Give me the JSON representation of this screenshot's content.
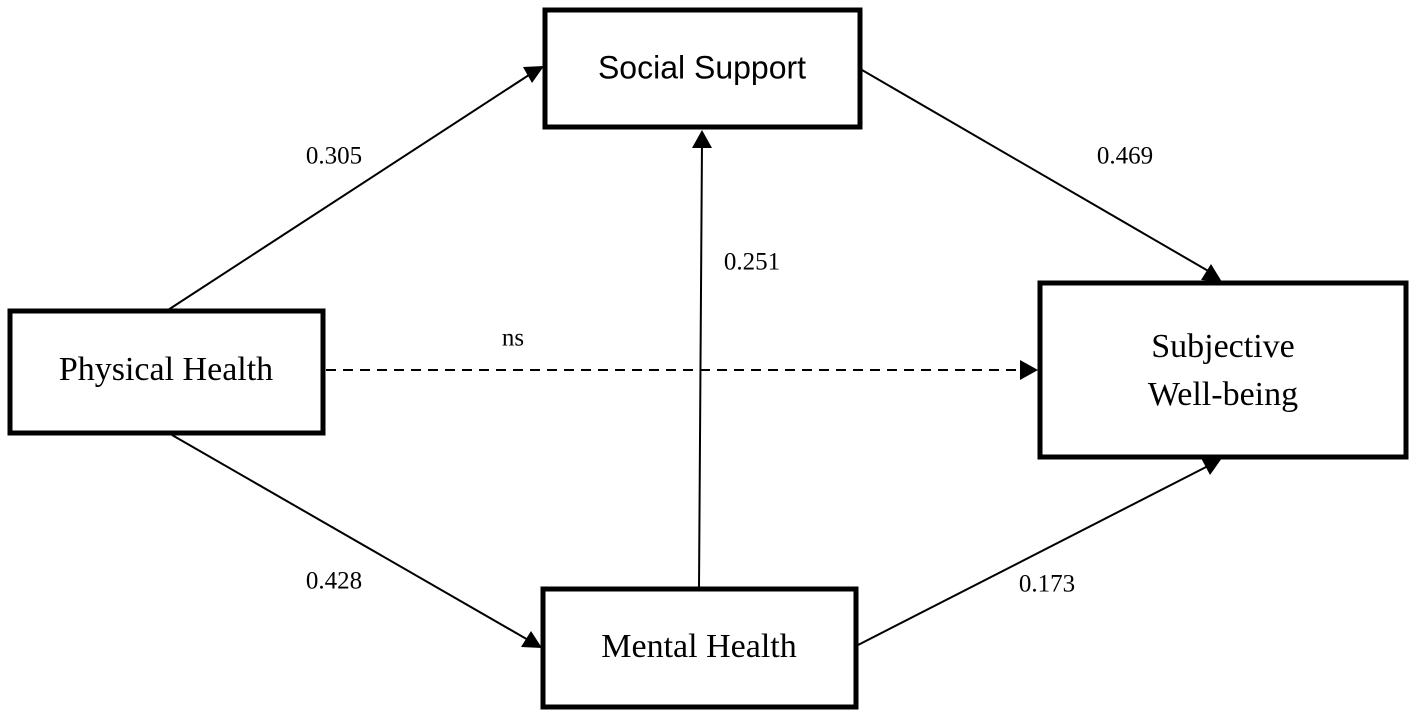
{
  "nodes": {
    "social_support": "Social Support",
    "physical_health": "Physical Health",
    "mental_health": "Mental Health",
    "subjective_wellbeing_line1": "Subjective",
    "subjective_wellbeing_line2": "Well-being"
  },
  "paths": {
    "physical_to_social": "0.305",
    "social_to_wellbeing": "0.469",
    "mental_to_social": "0.251",
    "physical_to_wellbeing": "ns",
    "physical_to_mental": "0.428",
    "mental_to_wellbeing": "0.173"
  }
}
